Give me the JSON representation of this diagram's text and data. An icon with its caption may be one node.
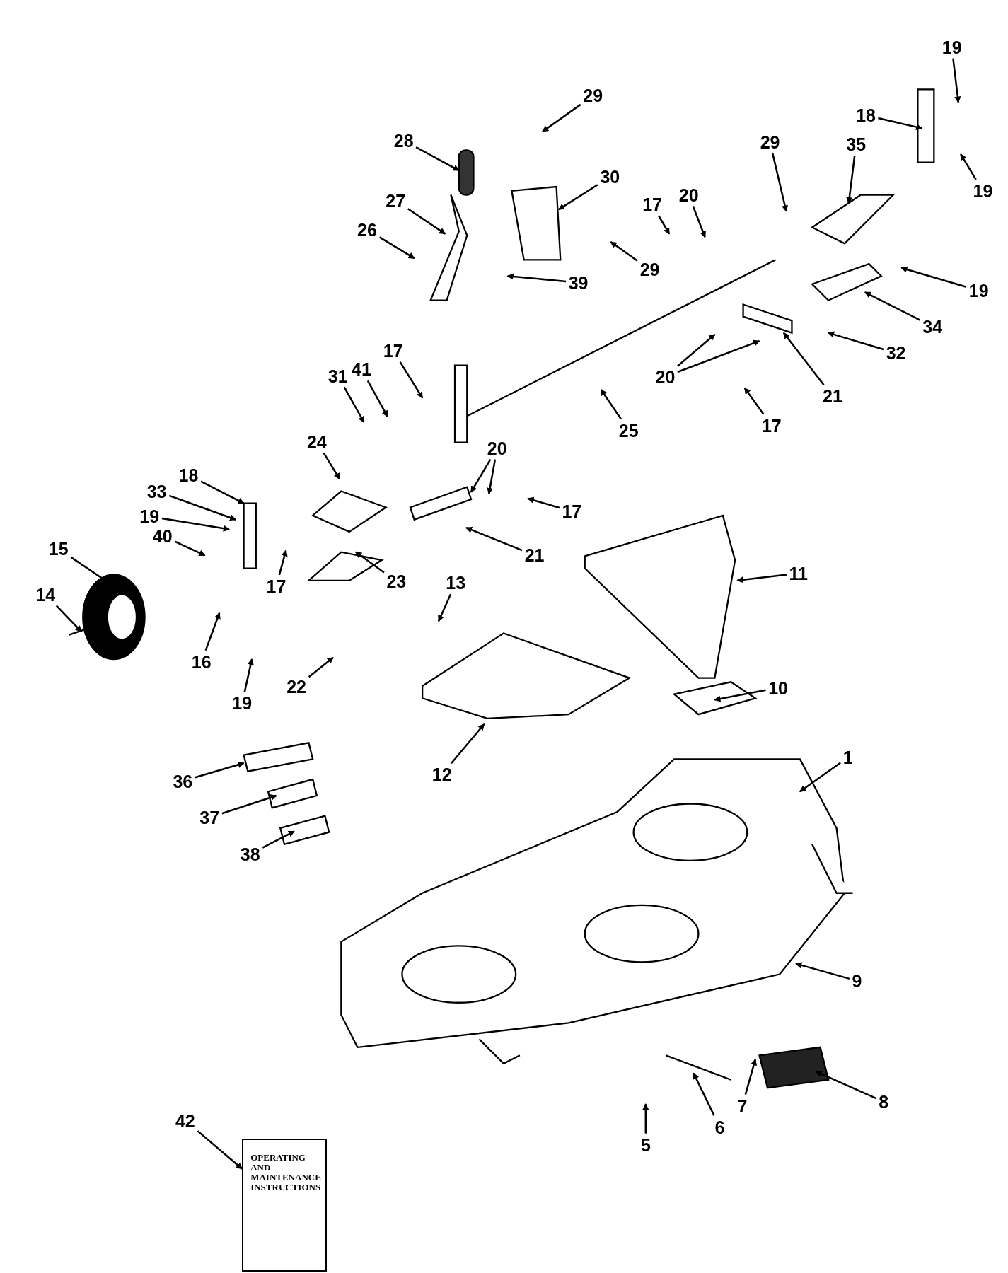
{
  "diagram": {
    "nodes": [
      {
        "text": [
          "29"
        ]
      },
      {
        "text": [
          "28"
        ]
      },
      {
        "text": [
          "30"
        ]
      },
      {
        "text": [
          "27"
        ]
      },
      {
        "text": [
          "26"
        ]
      },
      {
        "text": [
          "29"
        ]
      },
      {
        "text": [
          "39"
        ]
      },
      {
        "text": [
          "17"
        ]
      },
      {
        "text": [
          "20"
        ]
      },
      {
        "text": [
          "29"
        ]
      },
      {
        "text": [
          "35"
        ]
      },
      {
        "text": [
          "18"
        ]
      },
      {
        "text": [
          "19"
        ]
      },
      {
        "text": [
          "19"
        ]
      },
      {
        "text": [
          "19"
        ]
      },
      {
        "text": [
          "34"
        ]
      },
      {
        "text": [
          "32"
        ]
      },
      {
        "text": [
          "21"
        ]
      },
      {
        "text": [
          "20"
        ]
      },
      {
        "text": [
          "17"
        ]
      },
      {
        "text": [
          "25"
        ]
      },
      {
        "text": [
          "17"
        ]
      },
      {
        "text": [
          "31"
        ]
      },
      {
        "text": [
          "41"
        ]
      },
      {
        "text": [
          "24"
        ]
      },
      {
        "text": [
          "20"
        ]
      },
      {
        "text": [
          "17"
        ]
      },
      {
        "text": [
          "21"
        ]
      },
      {
        "text": [
          "18"
        ]
      },
      {
        "text": [
          "33"
        ]
      },
      {
        "text": [
          "19"
        ]
      },
      {
        "text": [
          "40"
        ]
      },
      {
        "text": [
          "15"
        ]
      },
      {
        "text": [
          "14"
        ]
      },
      {
        "text": [
          "17"
        ]
      },
      {
        "text": [
          "16"
        ]
      },
      {
        "text": [
          "23"
        ]
      },
      {
        "text": [
          "19"
        ]
      },
      {
        "text": [
          "22"
        ]
      },
      {
        "text": [
          "13"
        ]
      },
      {
        "text": [
          "11"
        ]
      },
      {
        "text": [
          "10"
        ]
      },
      {
        "text": [
          "12"
        ]
      },
      {
        "text": [
          "36"
        ]
      },
      {
        "text": [
          "37"
        ]
      },
      {
        "text": [
          "38"
        ]
      },
      {
        "text": [
          "1"
        ]
      },
      {
        "text": [
          "9"
        ]
      },
      {
        "text": [
          "7"
        ]
      },
      {
        "text": [
          "8"
        ]
      },
      {
        "text": [
          "6"
        ]
      },
      {
        "text": [
          "5"
        ]
      },
      {
        "text": [
          "42"
        ]
      },
      {
        "text": [
          "OPERATING AND MAINTENANCE INSTRUCTIONS"
        ]
      }
    ],
    "edges": [
      {
        "from": 0,
        "to": null,
        "arrow": "to"
      },
      {
        "from": 1,
        "to": null,
        "arrow": "to"
      },
      {
        "from": 2,
        "to": null,
        "arrow": "to"
      },
      {
        "from": 3,
        "to": null,
        "arrow": "to"
      },
      {
        "from": 4,
        "to": null,
        "arrow": "to"
      },
      {
        "from": 5,
        "to": null,
        "arrow": "to"
      },
      {
        "from": 6,
        "to": null,
        "arrow": "to"
      },
      {
        "from": 7,
        "to": null,
        "arrow": "to"
      },
      {
        "from": 8,
        "to": null,
        "arrow": "to"
      },
      {
        "from": 9,
        "to": null,
        "arrow": "to"
      },
      {
        "from": 10,
        "to": null,
        "arrow": "to"
      },
      {
        "from": 11,
        "to": null,
        "arrow": "to"
      },
      {
        "from": 12,
        "to": null,
        "arrow": "to"
      },
      {
        "from": 13,
        "to": null,
        "arrow": "to"
      },
      {
        "from": 14,
        "to": null,
        "arrow": "to"
      },
      {
        "from": 15,
        "to": null,
        "arrow": "to"
      },
      {
        "from": 16,
        "to": null,
        "arrow": "to"
      },
      {
        "from": 17,
        "to": null,
        "arrow": "to"
      },
      {
        "from": 18,
        "to": null,
        "arrow": "to"
      },
      {
        "from": 18,
        "to": null,
        "arrow": "to"
      },
      {
        "from": 19,
        "to": null,
        "arrow": "to"
      },
      {
        "from": 20,
        "to": null,
        "arrow": "to"
      },
      {
        "from": 21,
        "to": null,
        "arrow": "to"
      },
      {
        "from": 22,
        "to": null,
        "arrow": "to"
      },
      {
        "from": 23,
        "to": null,
        "arrow": "to"
      },
      {
        "from": 24,
        "to": null,
        "arrow": "to"
      },
      {
        "from": 25,
        "to": null,
        "arrow": "to"
      },
      {
        "from": 25,
        "to": null,
        "arrow": "to"
      },
      {
        "from": 26,
        "to": null,
        "arrow": "to"
      },
      {
        "from": 27,
        "to": null,
        "arrow": "to"
      },
      {
        "from": 28,
        "to": null,
        "arrow": "to"
      },
      {
        "from": 29,
        "to": null,
        "arrow": "to"
      },
      {
        "from": 30,
        "to": null,
        "arrow": "to"
      },
      {
        "from": 31,
        "to": null,
        "arrow": "to"
      },
      {
        "from": 32,
        "to": null,
        "arrow": "to"
      },
      {
        "from": 33,
        "to": null,
        "arrow": "to"
      },
      {
        "from": 34,
        "to": null,
        "arrow": "to"
      },
      {
        "from": 35,
        "to": null,
        "arrow": "to"
      },
      {
        "from": 36,
        "to": null,
        "arrow": "to"
      },
      {
        "from": 37,
        "to": null,
        "arrow": "to"
      },
      {
        "from": 38,
        "to": null,
        "arrow": "to"
      },
      {
        "from": 39,
        "to": null,
        "arrow": "to"
      },
      {
        "from": 40,
        "to": null,
        "arrow": "to"
      },
      {
        "from": 41,
        "to": null,
        "arrow": "to"
      },
      {
        "from": 42,
        "to": null,
        "arrow": "to"
      },
      {
        "from": 43,
        "to": null,
        "arrow": "to"
      },
      {
        "from": 44,
        "to": null,
        "arrow": "to"
      },
      {
        "from": 45,
        "to": null,
        "arrow": "to"
      },
      {
        "from": 46,
        "to": null,
        "arrow": "to"
      },
      {
        "from": 47,
        "to": null,
        "arrow": "to"
      },
      {
        "from": 48,
        "to": null,
        "arrow": "to"
      },
      {
        "from": 49,
        "to": null,
        "arrow": "to"
      },
      {
        "from": 50,
        "to": null,
        "arrow": "to"
      },
      {
        "from": 51,
        "to": null,
        "arrow": "to"
      },
      {
        "from": 52,
        "to": 53,
        "arrow": "to"
      }
    ]
  }
}
